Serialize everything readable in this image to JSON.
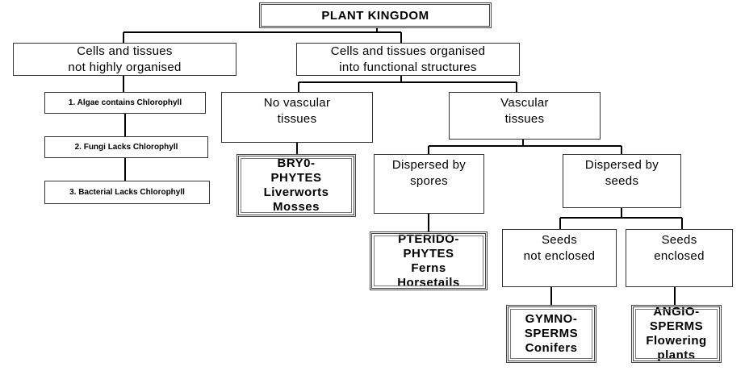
{
  "title": "PLANT KINGDOM",
  "left_branch": {
    "label": "Cells and tissues\nnot highly organised",
    "items": [
      "1. Algae contains Chlorophyll",
      "2. Fungi Lacks Chlorophyll",
      "3. Bacterial Lacks Chlorophyll"
    ]
  },
  "right_branch": {
    "label": "Cells and tissues organised\ninto functional structures",
    "no_vascular": {
      "label": "No vascular\ntissues",
      "group": "BRY0-\nPHYTES\nLiverworts\nMosses"
    },
    "vascular": {
      "label": "Vascular\ntissues",
      "spores": {
        "label": "Dispersed by\nspores",
        "group": "PTERIDO-\nPHYTES\nFerns\nHorsetails"
      },
      "seeds": {
        "label": "Dispersed by\nseeds",
        "not_enclosed": {
          "label": "Seeds\nnot enclosed",
          "group": "GYMNO-\nSPERMS\nConifers"
        },
        "enclosed": {
          "label": "Seeds\nenclosed",
          "group": "ANGIO-\nSPERMS\nFlowering\nplants"
        }
      }
    }
  }
}
